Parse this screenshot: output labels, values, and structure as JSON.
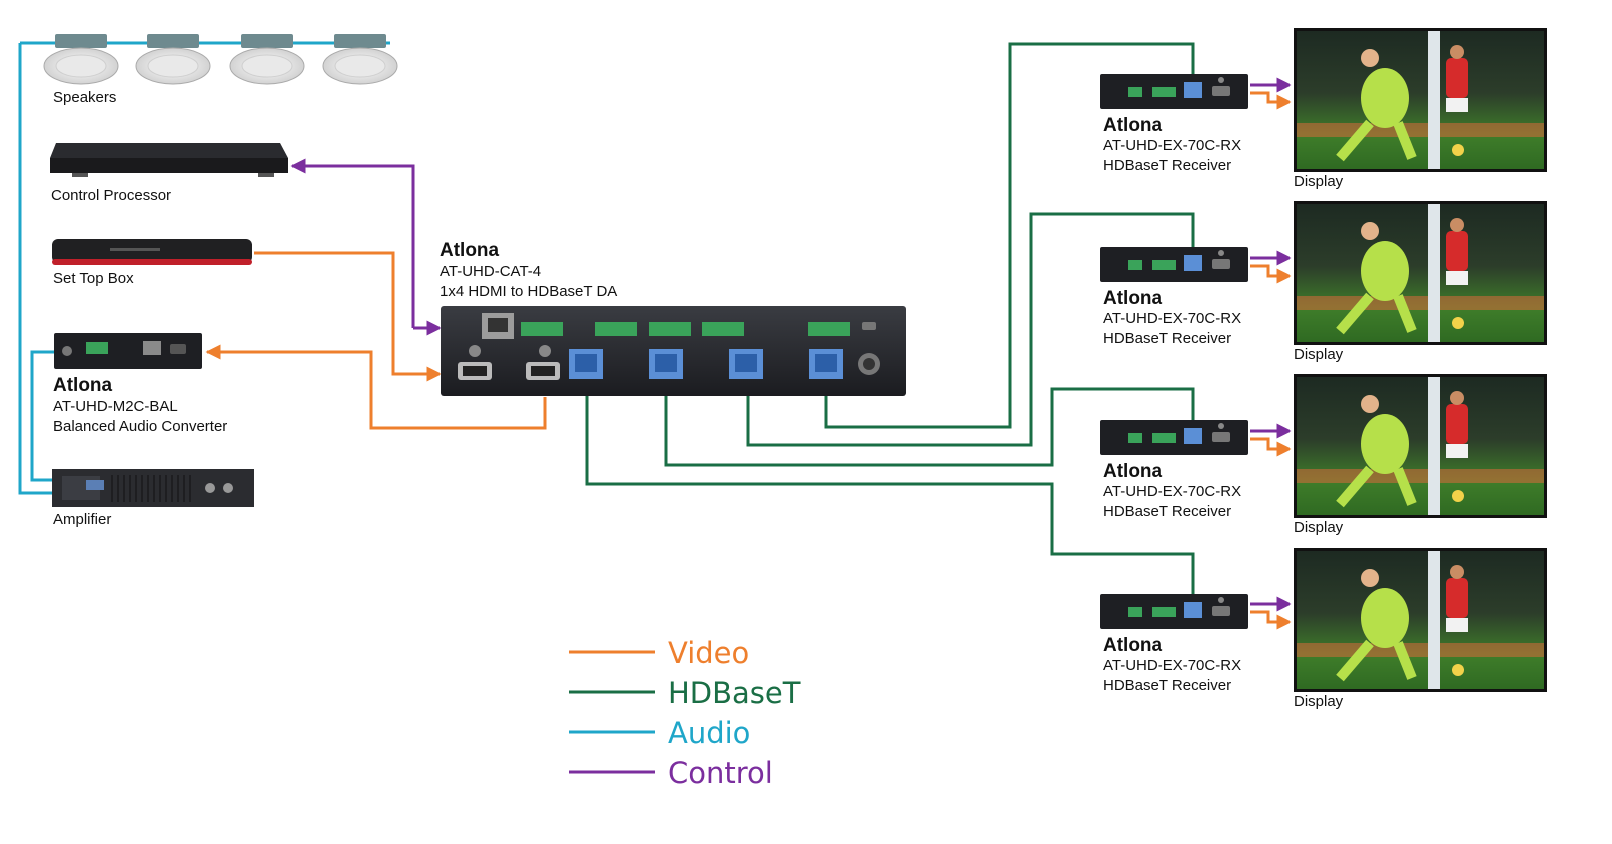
{
  "colors": {
    "video": "#ee7f2d",
    "hdbaset": "#1a6e45",
    "audio": "#1fa6c9",
    "control": "#7b2e9e"
  },
  "sources": {
    "speakers": "Speakers",
    "control_processor": "Control Processor",
    "set_top_box": "Set Top Box",
    "converter": {
      "brand": "Atlona",
      "model": "AT-UHD-M2C-BAL",
      "desc": "Balanced Audio Converter"
    },
    "amplifier": "Amplifier"
  },
  "hub": {
    "brand": "Atlona",
    "model": "AT-UHD-CAT-4",
    "desc": "1x4 HDMI to HDBaseT DA"
  },
  "receivers": [
    {
      "brand": "Atlona",
      "model": "AT-UHD-EX-70C-RX",
      "desc": "HDBaseT Receiver",
      "display": "Display"
    },
    {
      "brand": "Atlona",
      "model": "AT-UHD-EX-70C-RX",
      "desc": "HDBaseT Receiver",
      "display": "Display"
    },
    {
      "brand": "Atlona",
      "model": "AT-UHD-EX-70C-RX",
      "desc": "HDBaseT Receiver",
      "display": "Display"
    },
    {
      "brand": "Atlona",
      "model": "AT-UHD-EX-70C-RX",
      "desc": "HDBaseT Receiver",
      "display": "Display"
    }
  ],
  "legend": [
    {
      "label": "Video",
      "color": "#ee7f2d"
    },
    {
      "label": "HDBaseT",
      "color": "#1a6e45"
    },
    {
      "label": "Audio",
      "color": "#1fa6c9"
    },
    {
      "label": "Control",
      "color": "#7b2e9e"
    }
  ]
}
